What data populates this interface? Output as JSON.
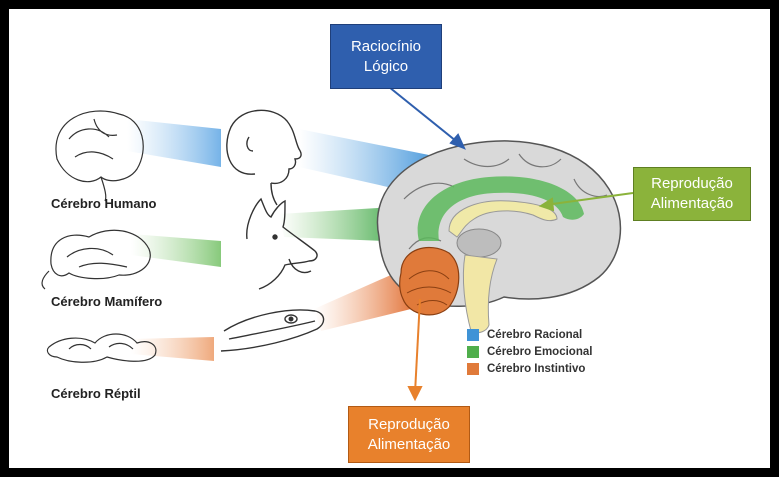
{
  "brain_labels": {
    "human": "Cérebro Humano",
    "mammal": "Cérebro Mamífero",
    "reptile": "Cérebro Réptil"
  },
  "callouts": {
    "top": {
      "line1": "Raciocínio",
      "line2": "Lógico",
      "color": "#2f5fae"
    },
    "right": {
      "line1": "Reprodução",
      "line2": "Alimentação",
      "color": "#8bb33b"
    },
    "bottom": {
      "line1": "Reprodução",
      "line2": "Alimentação",
      "color": "#e8812c"
    }
  },
  "legend": {
    "items": [
      {
        "label": "Cérebro Racional",
        "color": "#3f93d6"
      },
      {
        "label": "Cérebro Emocional",
        "color": "#4fae4c"
      },
      {
        "label": "Cérebro Instintivo",
        "color": "#e07a3a"
      }
    ]
  }
}
